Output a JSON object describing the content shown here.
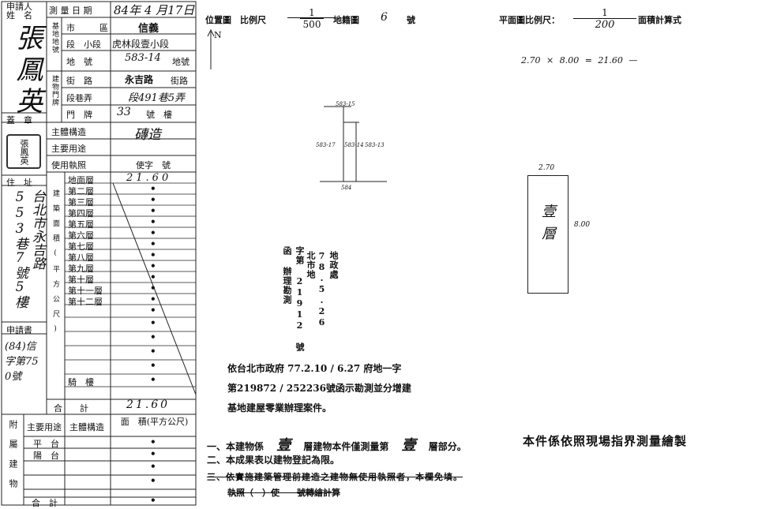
{
  "applicant": {
    "label_line1": "申請人",
    "label_line2": "姓　名",
    "name": "張鳳英",
    "seal_label": "蓋　章",
    "seal_text": "張鳳英",
    "address_label": "住　址",
    "address": "台北市永吉路553巷7號5樓",
    "application_label": "申請書",
    "application_no": "(84)信字第750號"
  },
  "survey": {
    "date_label": "測 量 日 期",
    "date_value": "84年 4 月17日",
    "site_label": "基地地號",
    "city_label": "市",
    "district_label": "區",
    "district_value": "信義",
    "section_label": "段　小段",
    "section_value": "虎林段壹小段",
    "lot_label": "地　號",
    "lot_value": "583-14",
    "lot_suffix": "地號",
    "door_label": "建物門牌",
    "street_label": "街　路",
    "street_value": "永吉路",
    "street_suffix": "街路",
    "lane_label": "段巷弄",
    "lane_value": "段491巷5弄",
    "no_label": "門　牌",
    "no_value": "33",
    "no_suffix": "號　樓",
    "structure_label": "主體構造",
    "structure_value": "磚造",
    "use_label": "主要用途",
    "use_value": "",
    "license_label": "使用執照",
    "license_value": "使字　號"
  },
  "area_table": {
    "section_label": "建築面積(平方公尺)",
    "floors": [
      "地面層",
      "第二層",
      "第三層",
      "第四層",
      "第五層",
      "第六層",
      "第七層",
      "第八層",
      "第九層",
      "第十層",
      "第十一層",
      "第十二層",
      "",
      "",
      "",
      "",
      "",
      "騎　樓"
    ],
    "values": [
      "21.60",
      "•",
      "•",
      "•",
      "•",
      "•",
      "•",
      "•",
      "•",
      "•",
      "•",
      "•",
      "•",
      "•",
      "•",
      "•",
      "•",
      "•"
    ],
    "total_label": "合　　計",
    "total_value": "21.60"
  },
  "annex_table": {
    "side_label": "附屬建物",
    "col_use": "主要用途",
    "col_struct": "主體構造",
    "col_area": "面　積(平方公尺)",
    "rows": [
      "平　台",
      "陽　台",
      "",
      ""
    ],
    "values": [
      "•",
      "•",
      "•",
      "•"
    ],
    "total_label": "合　計",
    "total_value": "•"
  },
  "location_plan": {
    "label": "位置圖　比例尺",
    "scale_num": "1",
    "scale_den": "500",
    "map_label": "地籍圖",
    "map_no": "6",
    "map_suffix": "號",
    "north": "N",
    "lots": [
      "583-15",
      "583-17",
      "583-14",
      "583-13",
      "584"
    ]
  },
  "floor_plan": {
    "label": "平面圖比例尺：",
    "scale_num": "1",
    "scale_den": "200",
    "calc_label": "面積計算式",
    "calc": "2.70 × 8.00 = 21.60 —",
    "width": "2.70",
    "length": "8.00",
    "floor_name": "壹層"
  },
  "stamp": {
    "text1": "地政處 78.5.26 北市地",
    "text2": "字第 21912 號函 辦理勘測"
  },
  "notes_block": {
    "line1": "依台北市政府 77.2.10 / 6.27 府地一字",
    "line2": "第219872 / 252236號函示勘測並分增建",
    "line3": "基地建屋零業辦理案件。"
  },
  "footer_notes": {
    "note1_a": "一、本建物係",
    "note1_b": "壹",
    "note1_c": "層建物本件僅測量第",
    "note1_d": "壹",
    "note1_e": "層部分。",
    "note_right": "本件係依照現場指界測量繪製",
    "note2": "二、本成果表以建物登記為限。",
    "note3": "三、依實施建築管理前建造之建物無使用執照者，本欄免填。",
    "note4": "執照（　）使　　號轉繪計算"
  }
}
